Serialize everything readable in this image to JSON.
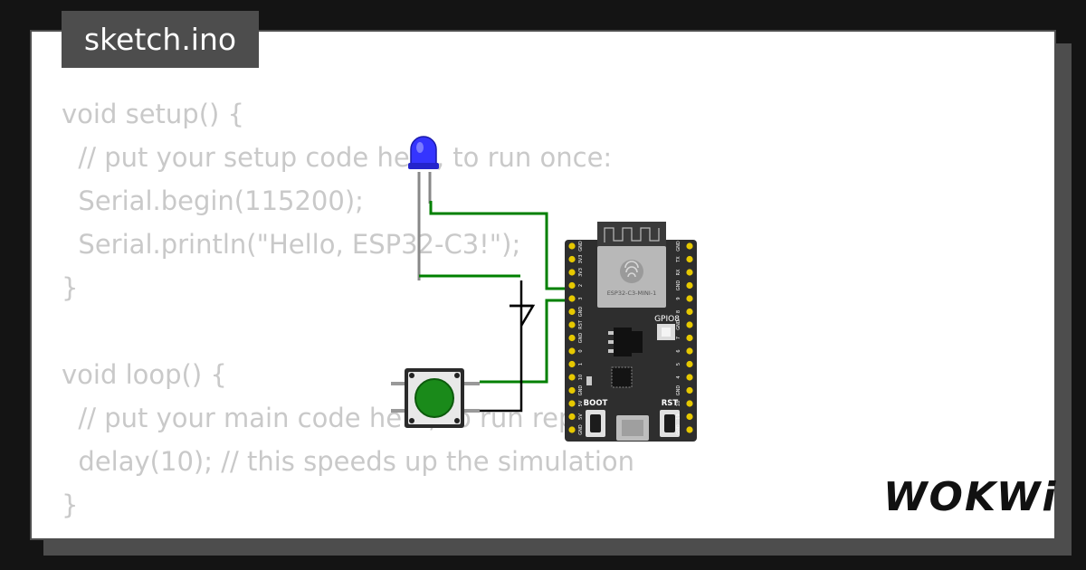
{
  "file_tab": {
    "name": "sketch.ino"
  },
  "code_lines": [
    "void setup() {",
    "  // put your setup code here, to run once:",
    "  Serial.begin(115200);",
    "  Serial.println(\"Hello, ESP32-C3!\");",
    "}",
    "",
    "void loop() {",
    "  // put your main code here, to run repeatedly:",
    "  delay(10); // this speeds up the simulation",
    "}"
  ],
  "board": {
    "module_label": "ESP32-C3-MINI-1",
    "led_label": "GPIO8",
    "boot_label": "BOOT",
    "rst_label": "RST",
    "left_pins": [
      "GND",
      "3V3",
      "3V3",
      "2",
      "3",
      "GND",
      "RST",
      "GND",
      "0",
      "1",
      "10",
      "GND",
      "5V",
      "5V",
      "GND"
    ],
    "right_pins": [
      "GND",
      "TX",
      "RX",
      "GND",
      "9",
      "8",
      "GND",
      "7",
      "6",
      "5",
      "4",
      "GND",
      "18",
      "19",
      "GND"
    ]
  },
  "brand": {
    "name": "WOKWi"
  },
  "colors": {
    "background": "#141414",
    "card": "#ffffff",
    "tab": "#4d4d4d",
    "code_text": "#c9c9c9",
    "wire_green": "#008000",
    "wire_black": "#000000",
    "led_blue": "#3030ff",
    "button_green": "#1a8a1a",
    "board": "#2e2e2e",
    "pin_gold": "#e6c800"
  }
}
